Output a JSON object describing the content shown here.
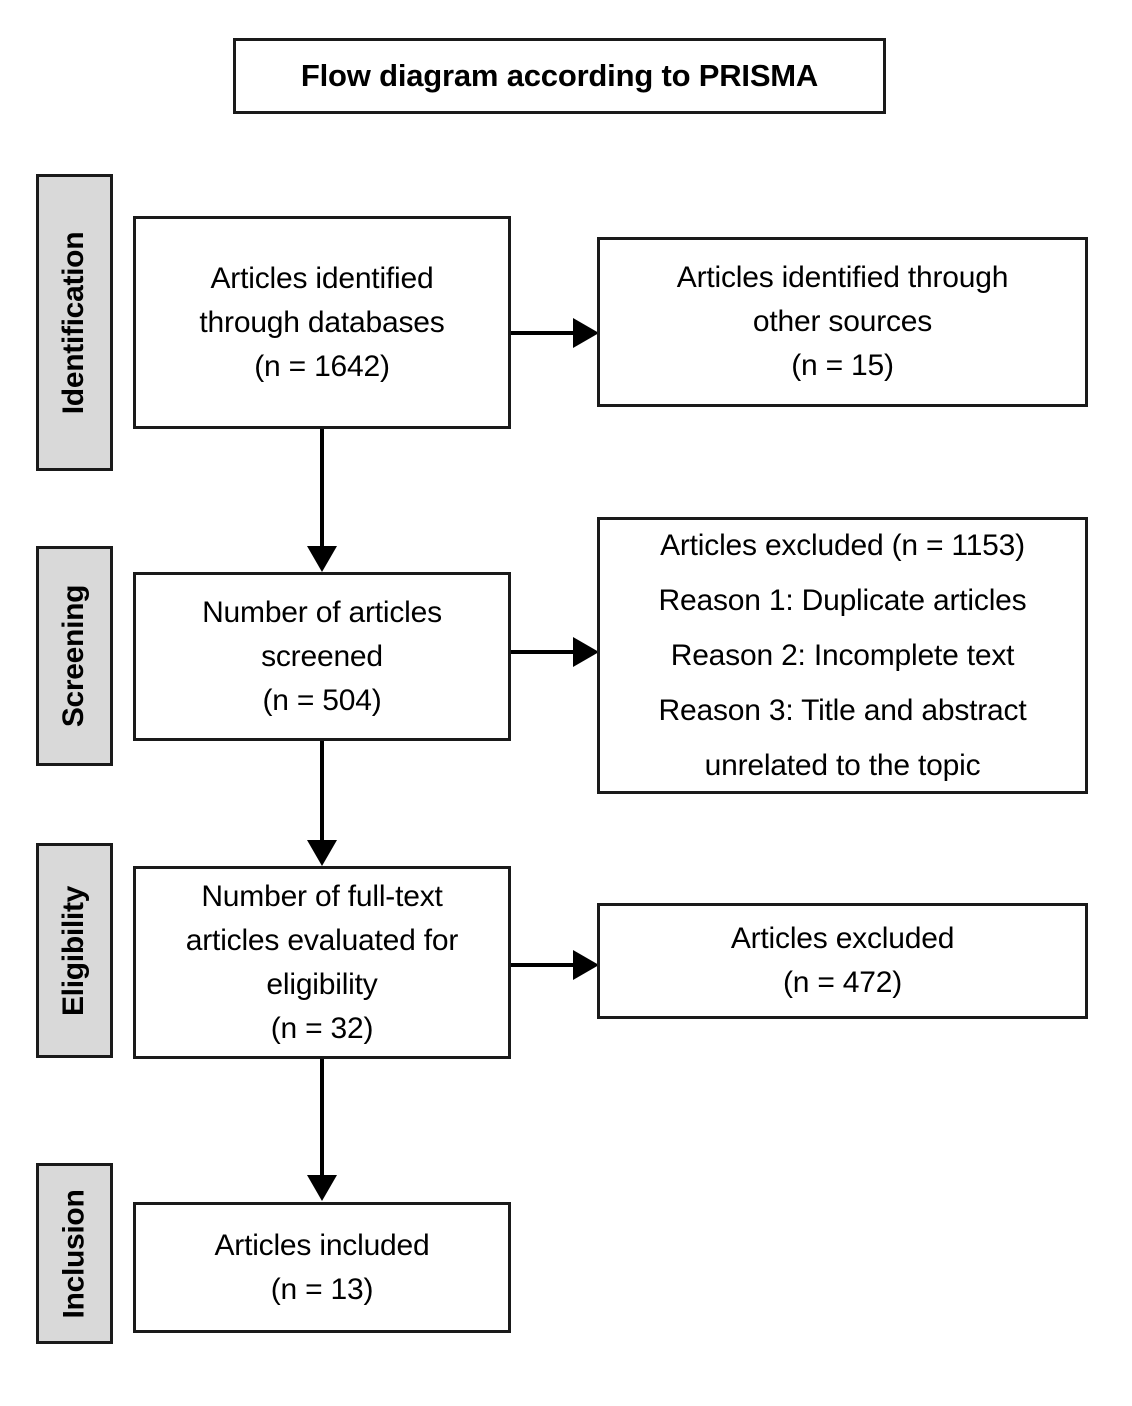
{
  "title": {
    "text": "Flow diagram according to PRISMA"
  },
  "stages": [
    {
      "id": "identification",
      "label": "Identification"
    },
    {
      "id": "screening",
      "label": "Screening"
    },
    {
      "id": "eligibility",
      "label": "Eligibility"
    },
    {
      "id": "inclusion",
      "label": "Inclusion"
    }
  ],
  "boxes": {
    "identified_db": {
      "line1": "Articles identified",
      "line2": "through databases",
      "line3": "(n = 1642)"
    },
    "other_sources": {
      "line1": "Articles identified through",
      "line2": "other sources",
      "line3": "(n = 15)"
    },
    "screened": {
      "line1": "Number of articles",
      "line2": "screened",
      "line3": "(n = 504)"
    },
    "excluded_screening": {
      "line1": "Articles excluded (n = 1153)",
      "line2": "Reason 1: Duplicate articles",
      "line3": "Reason 2: Incomplete text",
      "line4": "Reason 3: Title and abstract",
      "line5": "unrelated to the topic"
    },
    "fulltext": {
      "line1": "Number of full-text",
      "line2": "articles evaluated for",
      "line3": "eligibility",
      "line4": "(n = 32)"
    },
    "excluded_eligibility": {
      "line1": "Articles excluded",
      "line2": "(n = 472)"
    },
    "included": {
      "line1": "Articles included",
      "line2": "(n = 13)"
    }
  },
  "counts": {
    "identified_through_databases": 1642,
    "identified_other_sources": 15,
    "screened": 504,
    "excluded_after_screening": 1153,
    "fulltext_assessed": 32,
    "excluded_after_fulltext": 472,
    "included": 13
  },
  "colors": {
    "stage_fill": "#d9d9d9",
    "border": "#1a1a1a",
    "box_fill": "#ffffff",
    "text": "#000000"
  }
}
